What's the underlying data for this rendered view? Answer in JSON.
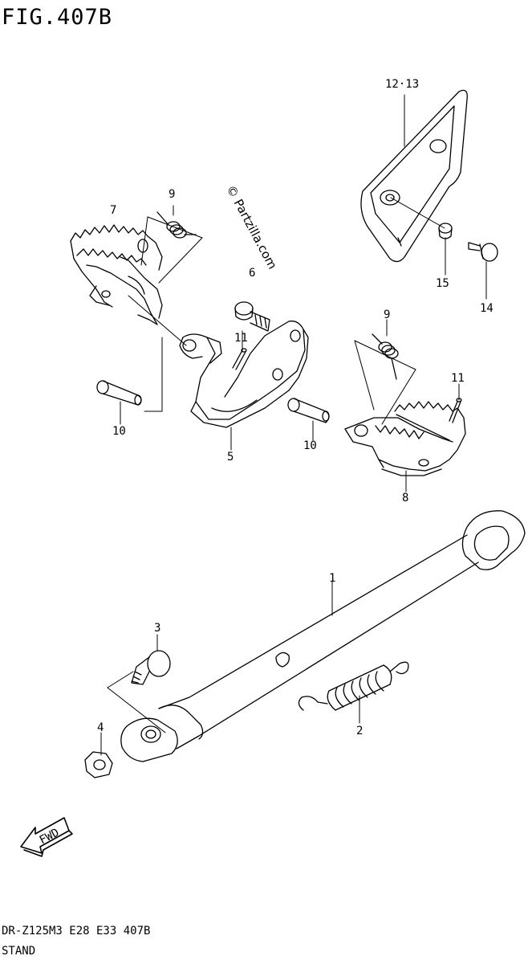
{
  "figure": {
    "title": "FIG.407B",
    "watermark": "© Partzilla.com",
    "fwd_label": "FWD"
  },
  "parts": [
    {
      "ref": "1",
      "description": ""
    },
    {
      "ref": "2"
    },
    {
      "ref": "3"
    },
    {
      "ref": "4"
    },
    {
      "ref": "5"
    },
    {
      "ref": "6"
    },
    {
      "ref": "7"
    },
    {
      "ref": "8"
    },
    {
      "ref": "9"
    },
    {
      "ref": "10"
    },
    {
      "ref": "11"
    },
    {
      "ref": "12·13"
    },
    {
      "ref": "14"
    },
    {
      "ref": "15"
    }
  ],
  "labels": {
    "p1": "1",
    "p2": "2",
    "p3": "3",
    "p4": "4",
    "p5": "5",
    "p6": "6",
    "p7": "7",
    "p8": "8",
    "p9a": "9",
    "p9b": "9",
    "p10a": "10",
    "p10b": "10",
    "p11a": "11",
    "p11b": "11",
    "p12_13": "12·13",
    "p14": "14",
    "p15": "15"
  },
  "footer": {
    "model_code": "DR-Z125M3 E28 E33 407B",
    "section_name": "STAND"
  }
}
